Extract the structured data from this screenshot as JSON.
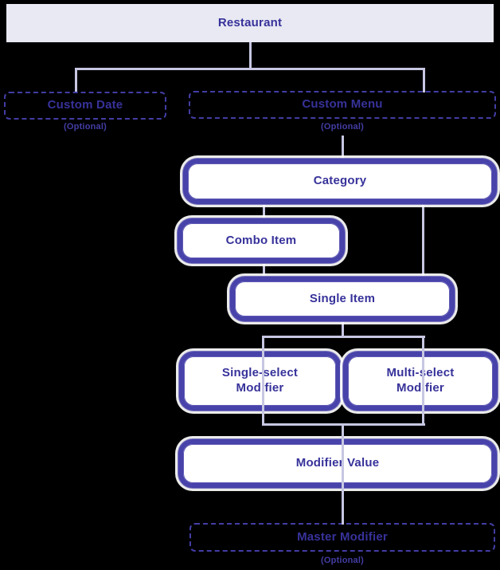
{
  "diagram_title": "Restaurant menu entity hierarchy",
  "nodes": {
    "restaurant": {
      "label": "Restaurant"
    },
    "custom_date": {
      "label": "Custom Date",
      "note": "(Optional)"
    },
    "custom_menu": {
      "label": "Custom Menu",
      "note": "(Optional)"
    },
    "category": {
      "label": "Category"
    },
    "combo_item": {
      "label": "Combo Item"
    },
    "single_item": {
      "label": "Single Item"
    },
    "single_select_modifier": {
      "label": "Single-select Modifier"
    },
    "multi_select_modifier": {
      "label": "Multi-select Modifier"
    },
    "modifier_value": {
      "label": "Modifier Value"
    },
    "master_modifier": {
      "label": "Master Modifier",
      "note": "(Optional)"
    }
  },
  "edges": [
    {
      "from": "restaurant",
      "to": "custom_date"
    },
    {
      "from": "restaurant",
      "to": "custom_menu"
    },
    {
      "from": "custom_menu",
      "to": "category"
    },
    {
      "from": "category",
      "to": "combo_item"
    },
    {
      "from": "category",
      "to": "single_item"
    },
    {
      "from": "combo_item",
      "to": "single_item"
    },
    {
      "from": "single_item",
      "to": "single_select_modifier"
    },
    {
      "from": "single_item",
      "to": "multi_select_modifier"
    },
    {
      "from": "single_select_modifier",
      "to": "modifier_value"
    },
    {
      "from": "multi_select_modifier",
      "to": "modifier_value"
    },
    {
      "from": "modifier_value",
      "to": "master_modifier"
    }
  ],
  "colors": {
    "background": "#000000",
    "connector_line": "#c7c7e3",
    "thick_border": "#4843aa",
    "dashed_border": "#423da4",
    "label_text": "#37329a",
    "box_fill": "#ffffff",
    "restaurant_fill": "#e9e9f3"
  }
}
